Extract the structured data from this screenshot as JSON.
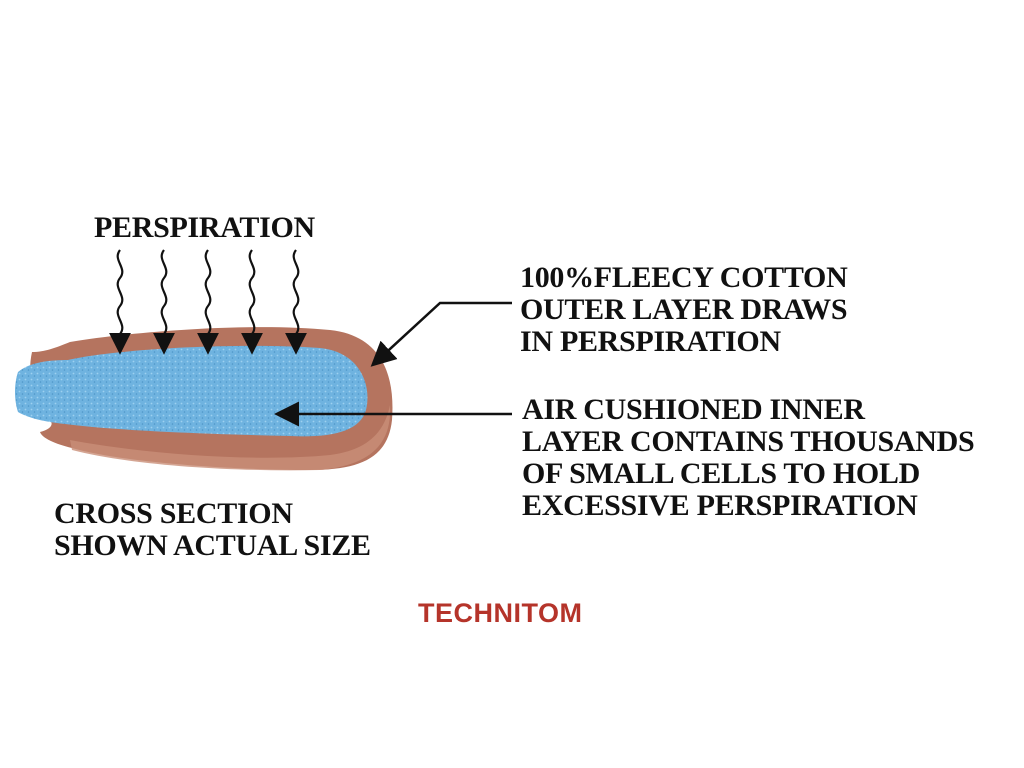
{
  "labels": {
    "perspiration": "PERSPIRATION",
    "outer_layer": [
      "100%FLEECY COTTON",
      "OUTER LAYER DRAWS",
      "IN PERSPIRATION"
    ],
    "inner_layer": [
      "AIR CUSHIONED INNER",
      "LAYER CONTAINS THOUSANDS",
      "OF SMALL CELLS TO HOLD",
      "EXCESSIVE PERSPIRATION"
    ],
    "cross_section": [
      "CROSS SECTION",
      "SHOWN ACTUAL SIZE"
    ]
  },
  "logo": {
    "text": "TECHNITOM"
  },
  "colors": {
    "outer_layer": "#b5745f",
    "inner_layer": "#6fb3e0",
    "logo": "#b5342a",
    "text": "#111111"
  }
}
